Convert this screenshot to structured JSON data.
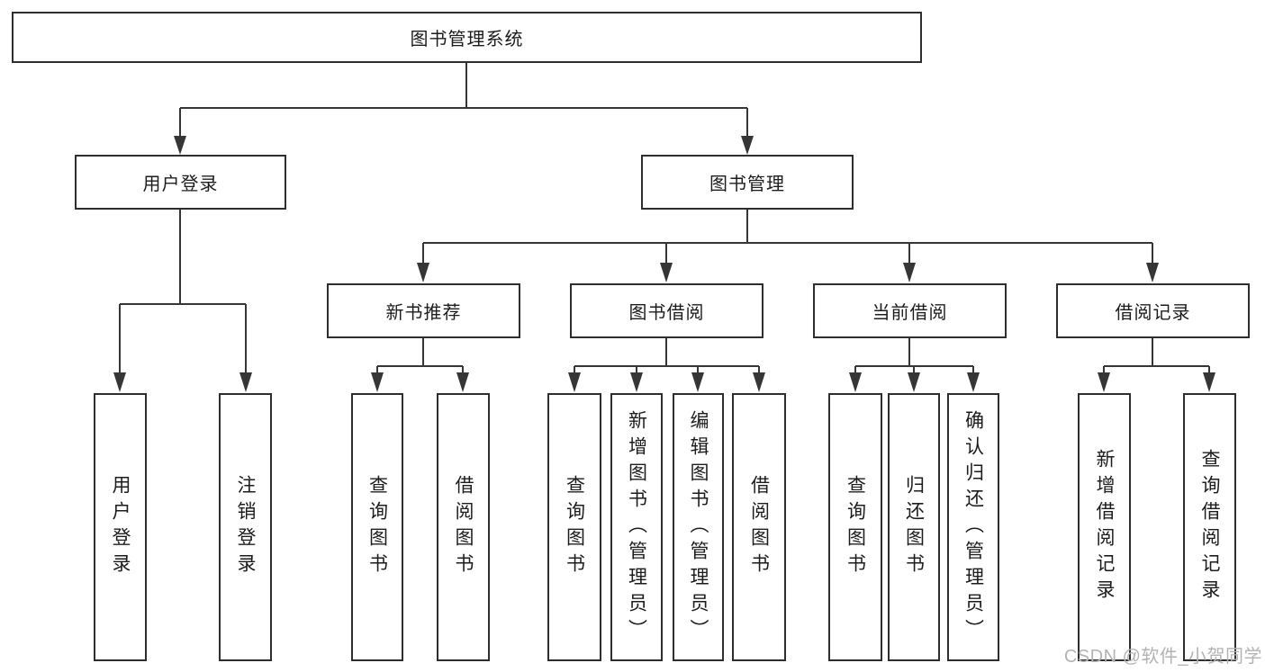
{
  "tree": {
    "label": "图书管理系统",
    "children": [
      {
        "label": "用户登录",
        "children": [
          {
            "label": "用户登录"
          },
          {
            "label": "注销登录"
          }
        ]
      },
      {
        "label": "图书管理",
        "children": [
          {
            "label": "新书推荐",
            "children": [
              {
                "label": "查询图书"
              },
              {
                "label": "借阅图书"
              }
            ]
          },
          {
            "label": "图书借阅",
            "children": [
              {
                "label": "查询图书"
              },
              {
                "label": "新增图书（管理员）"
              },
              {
                "label": "编辑图书（管理员）"
              },
              {
                "label": "借阅图书"
              }
            ]
          },
          {
            "label": "当前借阅",
            "children": [
              {
                "label": "查询图书"
              },
              {
                "label": "归还图书"
              },
              {
                "label": "确认归还（管理员）"
              }
            ]
          },
          {
            "label": "借阅记录",
            "children": [
              {
                "label": "新增借阅记录"
              },
              {
                "label": "查询借阅记录"
              }
            ]
          }
        ]
      }
    ]
  },
  "watermark": {
    "text": "CSDN @软件_小贺同学"
  },
  "colors": {
    "line": "#363636",
    "box_border": "#2e2e2e",
    "box_fill": "#ffffff",
    "text": "#1c1c1c",
    "watermark": "#b3b3b3"
  }
}
